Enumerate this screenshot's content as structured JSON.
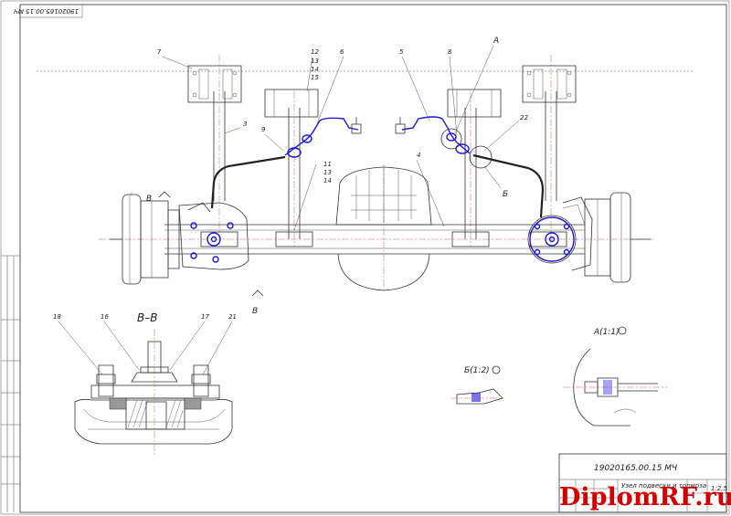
{
  "drawing": {
    "number_top_mirrored": "19020165.00.15 МЧ",
    "number_stamp": "19020165.00.15 МЧ",
    "stamp_title": "Узел подвески и тормоза",
    "stamp_sheet": "1:2,5"
  },
  "callouts": {
    "c3": "3",
    "c4": "4",
    "c5": "5",
    "c6": "6",
    "c7": "7",
    "c8": "8",
    "c9": "9",
    "c11": "11",
    "c12": "12",
    "c13": "13",
    "c14": "14",
    "c15": "15",
    "c13b": "13",
    "c14b": "14",
    "c16": "16",
    "c17": "17",
    "c18": "18",
    "c21": "21",
    "c22": "22"
  },
  "views": {
    "section_vv": "В–В",
    "mark_v_top": "В",
    "mark_v_bottom": "В",
    "mark_a": "А",
    "mark_b": "Б",
    "view_a": "А(1:1)",
    "view_b": "Б(1:2)"
  },
  "watermark": "DiplomRF.ru",
  "colors": {
    "hose_blue": "#1a1ad8",
    "watermark_red": "#d40000",
    "centerline": "#d06060"
  }
}
